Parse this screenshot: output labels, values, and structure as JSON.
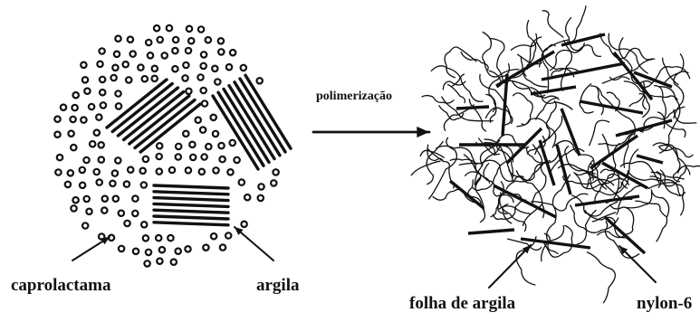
{
  "labels": {
    "monomer": "caprolactama",
    "clay": "argila",
    "process": "polimerização",
    "clay_sheet": "folha de argila",
    "polymer": "nylon-6"
  },
  "colors": {
    "ink": "#111111",
    "background": "#ffffff"
  }
}
